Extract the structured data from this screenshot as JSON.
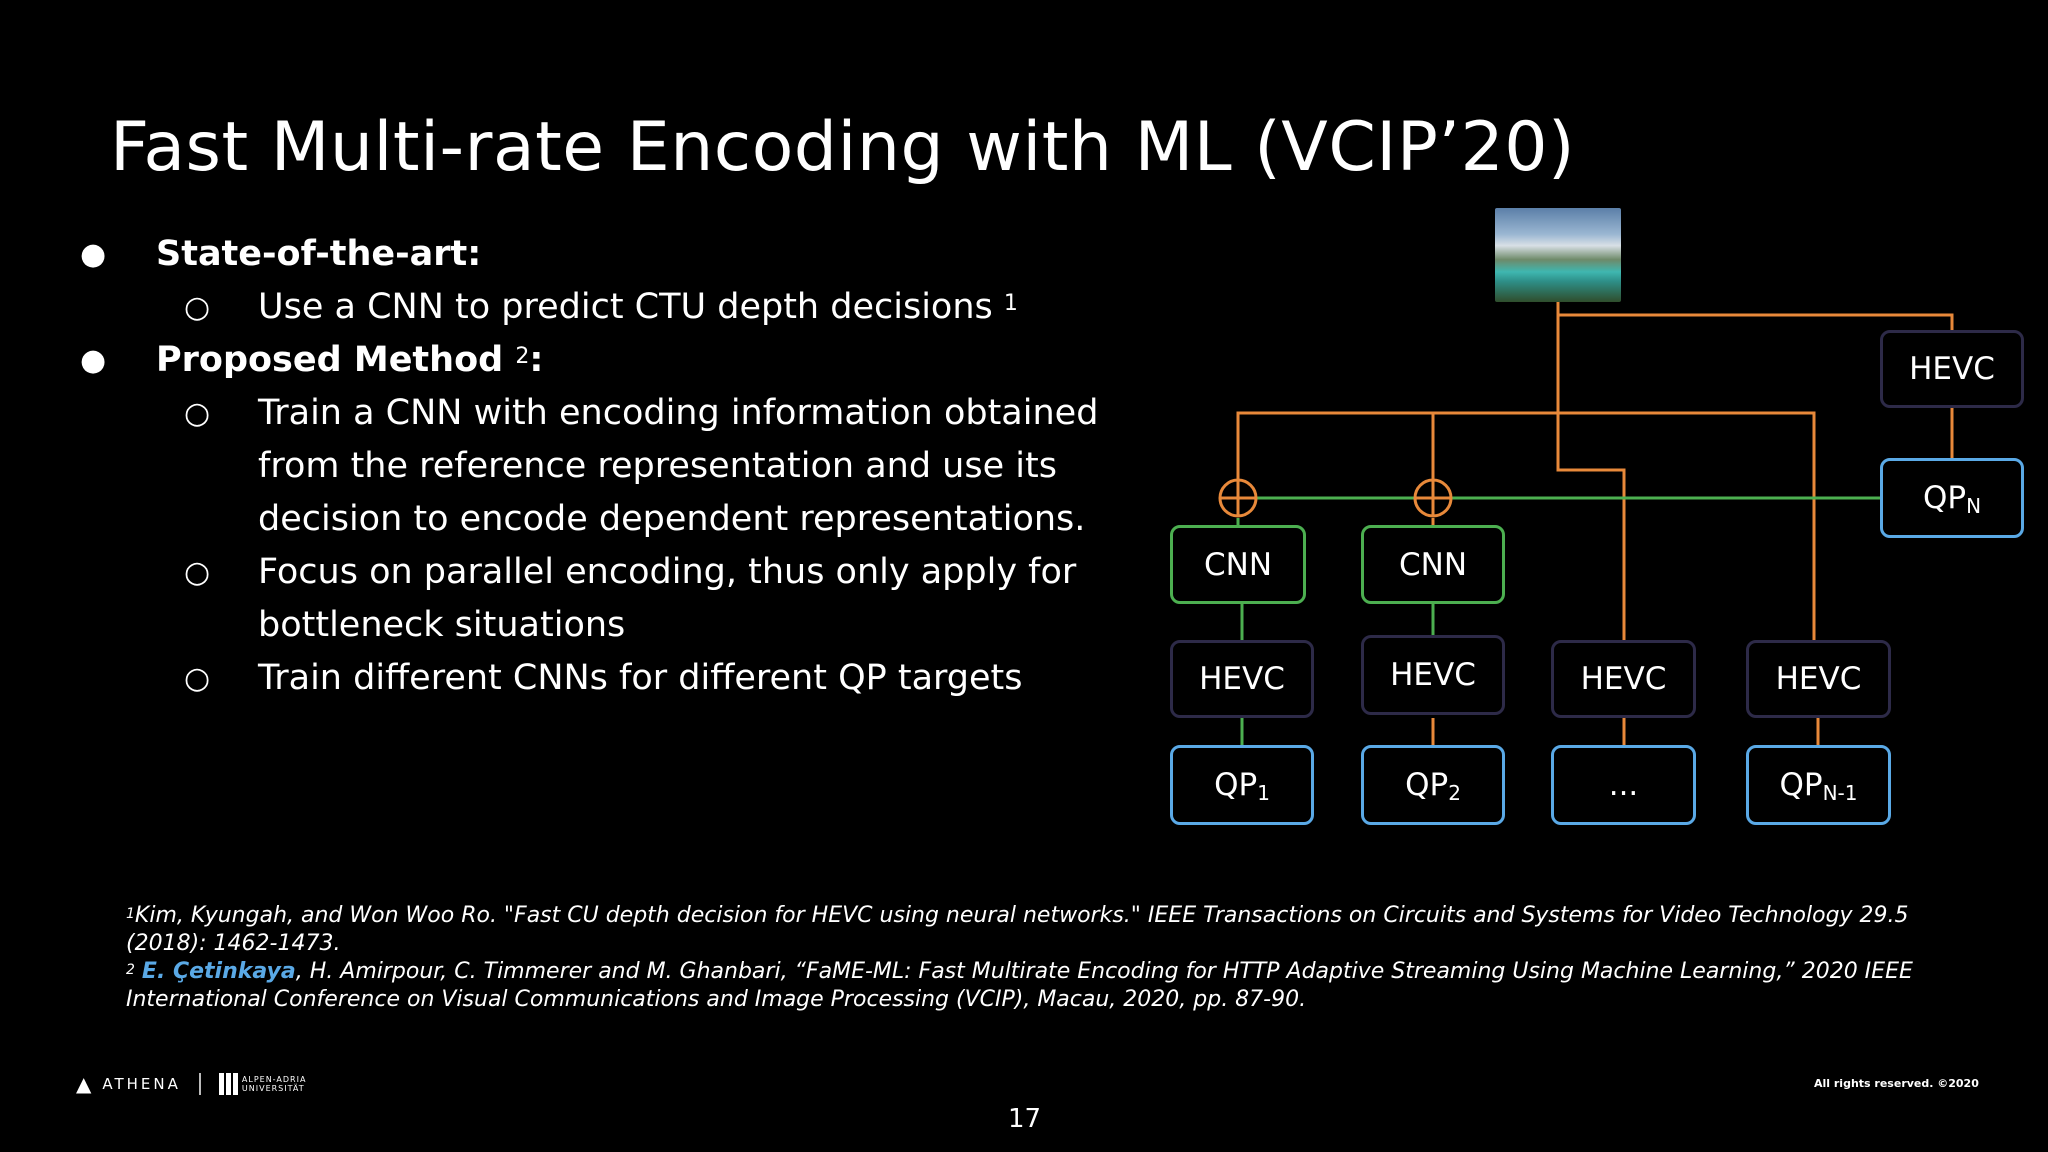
{
  "slide": {
    "title": "Fast Multi-rate Encoding with ML (VCIP’20)",
    "bullets": {
      "item1_label": "State-of-the-art:",
      "item1_sub1": "Use a CNN to predict CTU depth decisions",
      "item1_sub1_ref": "1",
      "item2_label": "Proposed Method",
      "item2_ref": "2",
      "item2_colon": ":",
      "item2_sub1": "Train a CNN with encoding information obtained from the reference representation and use its decision to encode dependent representations.",
      "item2_sub2": "Focus on parallel encoding, thus only apply for bottleneck situations",
      "item2_sub3": "Train different CNNs for different QP targets"
    },
    "diagram": {
      "top_hevc": "HEVC",
      "qp_n_base": "QP",
      "qp_n_sub": "N",
      "cnn1": "CNN",
      "cnn2": "CNN",
      "hevc1": "HEVC",
      "hevc2": "HEVC",
      "hevc3": "HEVC",
      "hevc4": "HEVC",
      "qp1_base": "QP",
      "qp1_sub": "1",
      "qp2_base": "QP",
      "qp2_sub": "2",
      "qp_dots": "...",
      "qp_n1_base": "QP",
      "qp_n1_sub": "N-1"
    },
    "references": {
      "ref1_num": "1",
      "ref1_text": "Kim, Kyungah, and Won Woo Ro. \"Fast CU depth decision for HEVC using neural networks.\" IEEE Transactions on Circuits and Systems for Video Technology 29.5 (2018): 1462-1473.",
      "ref2_num": "2",
      "ref2_author": "E. Çetinkaya",
      "ref2_text": ", H. Amirpour, C. Timmerer and M. Ghanbari, “FaME-ML: Fast Multirate Encoding for HTTP Adaptive Streaming Using Machine Learning,” 2020 IEEE International Conference on Visual Communications and Image Processing (VCIP), Macau, 2020, pp. 87-90."
    },
    "footer": {
      "logo_text": "ATHENA",
      "uni_line1": "ALPEN-ADRIA",
      "uni_line2": "UNIVERSITÄT",
      "rights": "All rights reserved. ©2020",
      "page_number": "17"
    },
    "colors": {
      "orange_line": "#e8893a",
      "green_line": "#4caf50",
      "qp_border": "#5aa9e6",
      "hevc_border": "#2d2a48",
      "author_highlight": "#5aa9e6"
    }
  }
}
